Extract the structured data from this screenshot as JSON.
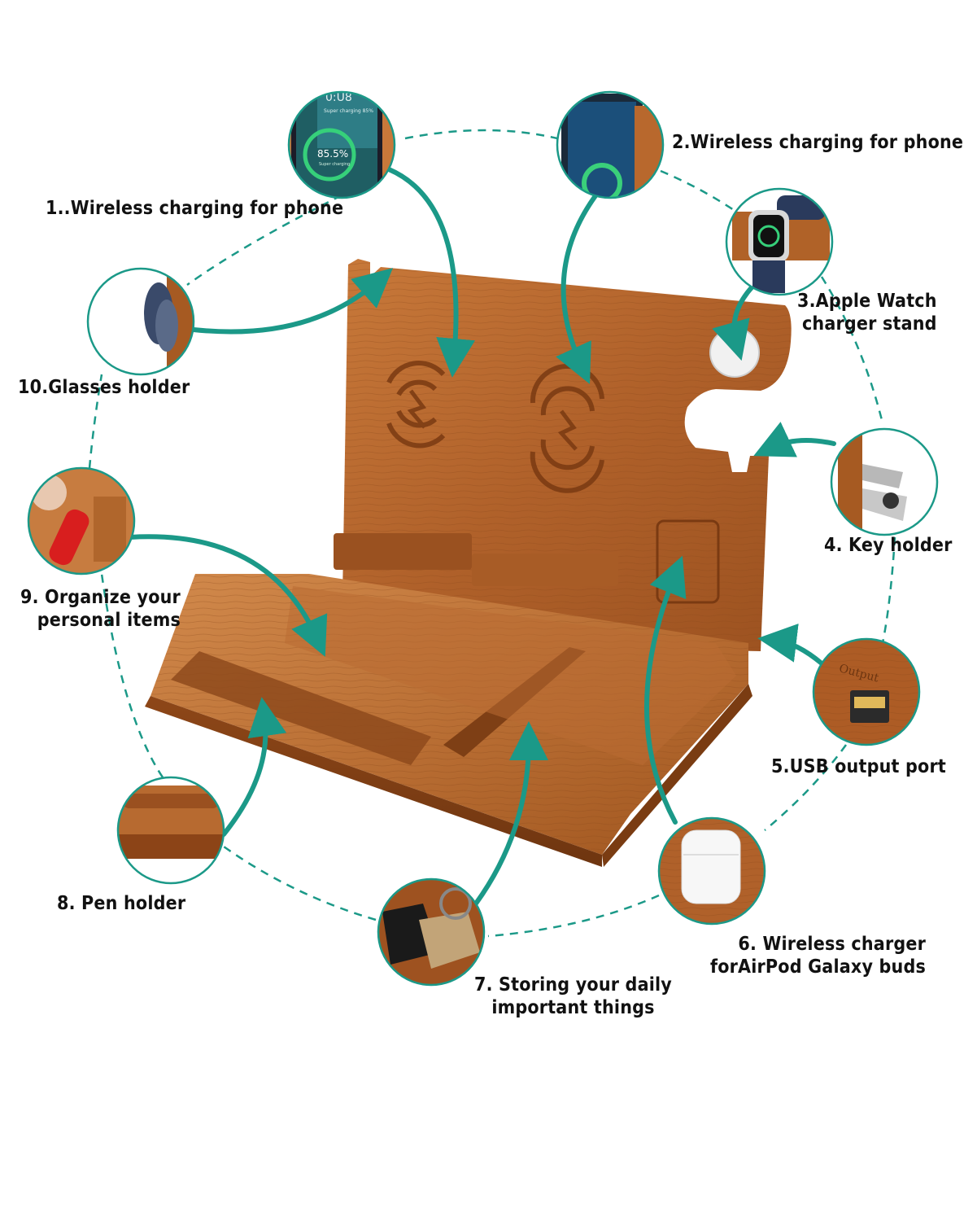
{
  "colors": {
    "accent": "#1b9988",
    "wood": "#b8692e",
    "wood_dark": "#8a4619",
    "wood_light": "#cf8546"
  },
  "phone_screen": {
    "time": "0:U8",
    "status": "Super charging 85%",
    "percent": "85.5%",
    "caption": "Super charging"
  },
  "usb_port_text": "Output",
  "callouts": [
    {
      "id": "1",
      "name": "wireless-charging-1-label",
      "line1": "1..Wireless charging for phone",
      "line2": ""
    },
    {
      "id": "2",
      "name": "wireless-charging-2-label",
      "line1": "2.Wireless charging for phone",
      "line2": ""
    },
    {
      "id": "3",
      "name": "apple-watch-label",
      "line1": "3.Apple Watch",
      "line2": "charger stand"
    },
    {
      "id": "4",
      "name": "key-holder-label",
      "line1": "4. Key holder",
      "line2": ""
    },
    {
      "id": "5",
      "name": "usb-port-label",
      "line1": "5.USB output port",
      "line2": ""
    },
    {
      "id": "6",
      "name": "airpod-charger-label",
      "line1": "6. Wireless charger",
      "line2": "forAirPod Galaxy buds"
    },
    {
      "id": "7",
      "name": "daily-items-label",
      "line1": "7. Storing your daily",
      "line2": "important things"
    },
    {
      "id": "8",
      "name": "pen-holder-label",
      "line1": "8. Pen holder",
      "line2": ""
    },
    {
      "id": "9",
      "name": "personal-items-label",
      "line1": "9. Organize your",
      "line2": "personal items"
    },
    {
      "id": "10",
      "name": "glasses-holder-label",
      "line1": "10.Glasses holder",
      "line2": ""
    }
  ]
}
